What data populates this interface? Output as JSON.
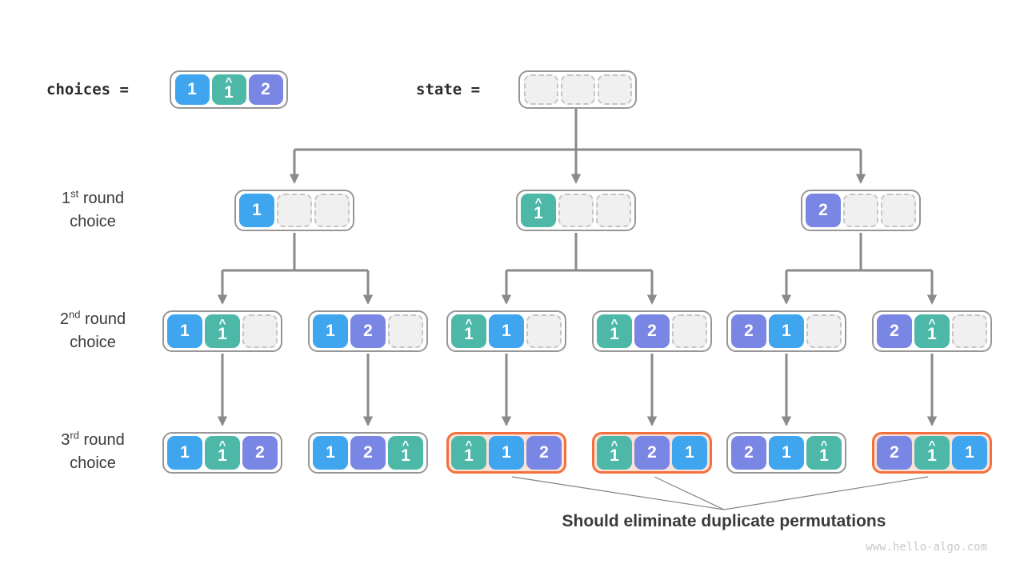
{
  "colors": {
    "blue": "#3fa5ee",
    "teal": "#4db8a8",
    "purple": "#7a86e4",
    "duplicate_border": "#f2703e",
    "duplicate_fill": "#fbe2d9",
    "empty_fill": "#f0f0f0",
    "box_border": "#979797",
    "connector": "#8a8a8a",
    "text": "#3a3a3a"
  },
  "header": {
    "choices_label": "choices =",
    "state_label": "state =",
    "choices_cells": [
      {
        "value": "1",
        "hat": false,
        "color": "blue"
      },
      {
        "value": "1",
        "hat": true,
        "color": "teal"
      },
      {
        "value": "2",
        "hat": false,
        "color": "purple"
      }
    ],
    "state_cells": [
      null,
      null,
      null
    ]
  },
  "rows": [
    {
      "ordinal": "1",
      "suffix": "st",
      "label_rest": " round",
      "label_line2": "choice",
      "boxes": [
        {
          "duplicate": false,
          "cells": [
            {
              "value": "1",
              "hat": false,
              "color": "blue"
            },
            null,
            null
          ]
        },
        {
          "duplicate": false,
          "cells": [
            {
              "value": "1",
              "hat": true,
              "color": "teal"
            },
            null,
            null
          ]
        },
        {
          "duplicate": false,
          "cells": [
            {
              "value": "2",
              "hat": false,
              "color": "purple"
            },
            null,
            null
          ]
        }
      ]
    },
    {
      "ordinal": "2",
      "suffix": "nd",
      "label_rest": " round",
      "label_line2": "choice",
      "boxes": [
        {
          "duplicate": false,
          "cells": [
            {
              "value": "1",
              "hat": false,
              "color": "blue"
            },
            {
              "value": "1",
              "hat": true,
              "color": "teal"
            },
            null
          ]
        },
        {
          "duplicate": false,
          "cells": [
            {
              "value": "1",
              "hat": false,
              "color": "blue"
            },
            {
              "value": "2",
              "hat": false,
              "color": "purple"
            },
            null
          ]
        },
        {
          "duplicate": false,
          "cells": [
            {
              "value": "1",
              "hat": true,
              "color": "teal"
            },
            {
              "value": "1",
              "hat": false,
              "color": "blue"
            },
            null
          ]
        },
        {
          "duplicate": false,
          "cells": [
            {
              "value": "1",
              "hat": true,
              "color": "teal"
            },
            {
              "value": "2",
              "hat": false,
              "color": "purple"
            },
            null
          ]
        },
        {
          "duplicate": false,
          "cells": [
            {
              "value": "2",
              "hat": false,
              "color": "purple"
            },
            {
              "value": "1",
              "hat": false,
              "color": "blue"
            },
            null
          ]
        },
        {
          "duplicate": false,
          "cells": [
            {
              "value": "2",
              "hat": false,
              "color": "purple"
            },
            {
              "value": "1",
              "hat": true,
              "color": "teal"
            },
            null
          ]
        }
      ]
    },
    {
      "ordinal": "3",
      "suffix": "rd",
      "label_rest": " round",
      "label_line2": "choice",
      "boxes": [
        {
          "duplicate": false,
          "cells": [
            {
              "value": "1",
              "hat": false,
              "color": "blue"
            },
            {
              "value": "1",
              "hat": true,
              "color": "teal"
            },
            {
              "value": "2",
              "hat": false,
              "color": "purple"
            }
          ]
        },
        {
          "duplicate": false,
          "cells": [
            {
              "value": "1",
              "hat": false,
              "color": "blue"
            },
            {
              "value": "2",
              "hat": false,
              "color": "purple"
            },
            {
              "value": "1",
              "hat": true,
              "color": "teal"
            }
          ]
        },
        {
          "duplicate": true,
          "cells": [
            {
              "value": "1",
              "hat": true,
              "color": "teal"
            },
            {
              "value": "1",
              "hat": false,
              "color": "blue"
            },
            {
              "value": "2",
              "hat": false,
              "color": "purple"
            }
          ]
        },
        {
          "duplicate": true,
          "cells": [
            {
              "value": "1",
              "hat": true,
              "color": "teal"
            },
            {
              "value": "2",
              "hat": false,
              "color": "purple"
            },
            {
              "value": "1",
              "hat": false,
              "color": "blue"
            }
          ]
        },
        {
          "duplicate": false,
          "cells": [
            {
              "value": "2",
              "hat": false,
              "color": "purple"
            },
            {
              "value": "1",
              "hat": false,
              "color": "blue"
            },
            {
              "value": "1",
              "hat": true,
              "color": "teal"
            }
          ]
        },
        {
          "duplicate": true,
          "cells": [
            {
              "value": "2",
              "hat": false,
              "color": "purple"
            },
            {
              "value": "1",
              "hat": true,
              "color": "teal"
            },
            {
              "value": "1",
              "hat": false,
              "color": "blue"
            }
          ]
        }
      ]
    }
  ],
  "annotation": "Should eliminate duplicate permutations",
  "watermark": "www.hello-algo.com"
}
